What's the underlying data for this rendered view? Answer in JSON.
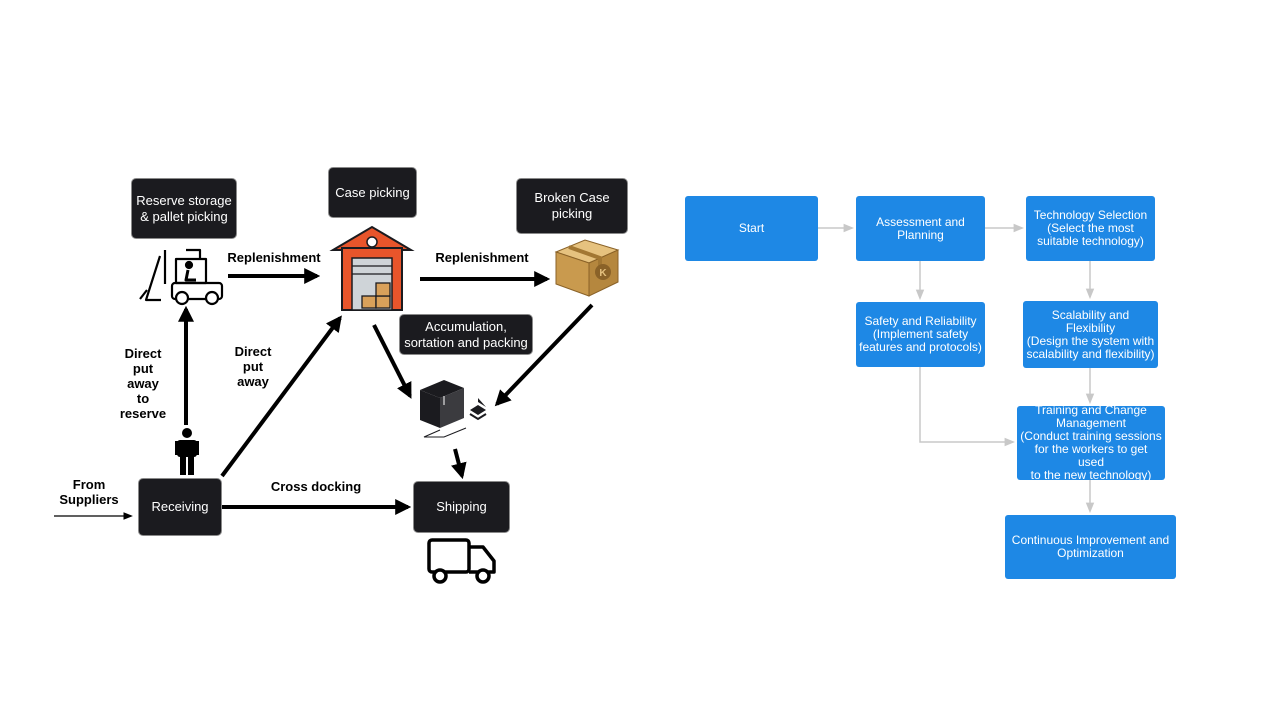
{
  "warehouse_flow": {
    "nodes": {
      "reserve_storage": "Reserve storage\n& pallet picking",
      "case_picking": "Case picking",
      "broken_case": "Broken Case\npicking",
      "accumulation": "Accumulation,\nsortation and packing",
      "receiving": "Receiving",
      "shipping": "Shipping"
    },
    "labels": {
      "from_suppliers": "From\nSuppliers",
      "replenishment_1": "Replenishment",
      "replenishment_2": "Replenishment",
      "direct_put_away_reserve": "Direct\nput\naway\nto\nreserve",
      "direct_put_away": "Direct\nput\naway",
      "cross_docking": "Cross docking"
    },
    "icons": [
      "forklift-icon",
      "warehouse-icon",
      "cardboard-box-icon",
      "package-stack-icon",
      "worker-icon",
      "delivery-truck-icon"
    ]
  },
  "implementation_flow": {
    "nodes": {
      "start": "Start",
      "assessment": "Assessment and\nPlanning",
      "technology": "Technology Selection\n(Select the most\nsuitable technology)",
      "safety": "Safety and  Reliability\n(Implement safety\nfeatures and protocols)",
      "scalability": "Scalability and\nFlexibility\n(Design the system with\nscalability and flexibility)",
      "training": "Training and Change\nManagement\n(Conduct training sessions\nfor the workers to get used\nto the new technology)",
      "improvement": "Continuous Improvement and\nOptimization"
    }
  },
  "colors": {
    "dark_box": "#1b1b1f",
    "blue_box": "#1e88e5",
    "connector_gray": "#c8c8c8",
    "warehouse_orange": "#e8552b",
    "box_tan": "#c99a4e"
  }
}
